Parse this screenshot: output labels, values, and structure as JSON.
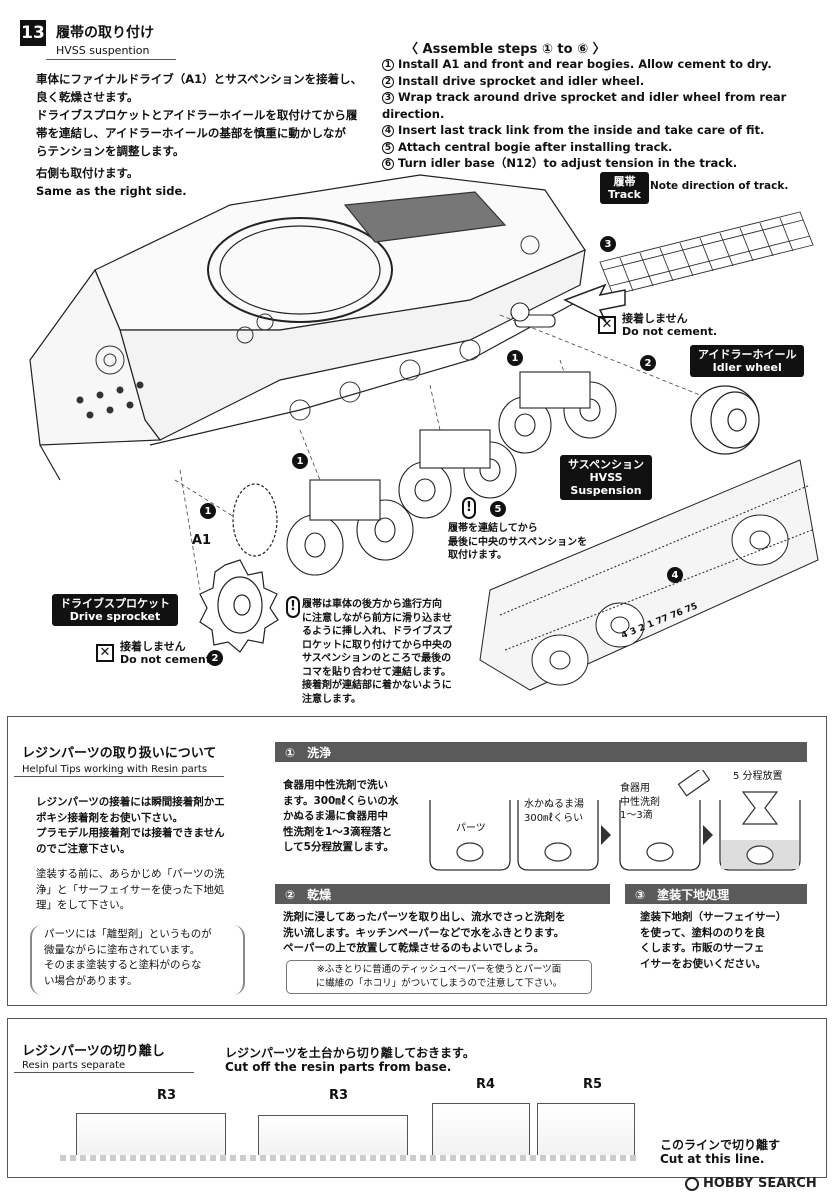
{
  "step": {
    "number": "13",
    "title_jp": "履帯の取り付け",
    "title_en": "HVSS suspention",
    "jp_lines": [
      "車体にファイナルドライブ（A1）とサスペンションを接着し、",
      "良く乾燥させます。",
      "ドライブスプロケットとアイドラーホイールを取付けてから履",
      "帯を連結し、アイドラーホイールの基部を慎重に動かしなが",
      "らテンションを調整します。"
    ],
    "same_jp": "右側も取付けます。",
    "same_en": "Same as the right side."
  },
  "assemble": {
    "title": "〈 Assemble steps ① to ⑥ 〉",
    "items": [
      {
        "n": "1",
        "text": "Install A1 and front and rear bogies. Allow cement to dry."
      },
      {
        "n": "2",
        "text": "Install drive sprocket and idler wheel."
      },
      {
        "n": "3",
        "text": "Wrap track around drive sprocket and idler wheel from rear direction."
      },
      {
        "n": "4",
        "text": "Insert last track link from the inside and take care of fit."
      },
      {
        "n": "5",
        "text": "Attach central bogie after installing track."
      },
      {
        "n": "6",
        "text": "Turn idler base（N12）to adjust tension in the track."
      }
    ]
  },
  "labels": {
    "track_jp": "履帯",
    "track_en": "Track",
    "track_note": "Note direction of track.",
    "nocement_jp": "接着しません",
    "nocement_en": "Do not cement.",
    "idler_jp": "アイドラーホイール",
    "idler_en": "Idler wheel",
    "susp_jp": "サスペンション",
    "susp_en1": "HVSS",
    "susp_en2": "Suspension",
    "sprocket_jp": "ドライブスプロケット",
    "sprocket_en": "Drive sprocket",
    "a1": "A1",
    "track_link_note": [
      "履帯を連結してから",
      "最後に中央のサスペンションを",
      "取付けます。"
    ],
    "warn_note": [
      "履帯は車体の後方から進行方向",
      "に注意しながら前方に滑り込ませ",
      "るように挿し入れ、ドライブスプ",
      "ロケットに取り付けてから中央の",
      "サスペンションのところで最後の",
      "コマを貼り合わせて連結します。",
      "接着剤が連結部に着かないように",
      "注意します。"
    ],
    "track_numbers": "4 3 2 1 77 76 75",
    "num1": "1",
    "num2": "2",
    "num3": "3",
    "num4": "4",
    "num5": "5",
    "warn_mark": "!"
  },
  "resin_tips": {
    "title_jp": "レジンパーツの取り扱いについて",
    "title_en": "Helpful Tips working with Resin parts",
    "para1": [
      "レジンパーツの接着には瞬間接着剤かエ",
      "ポキシ接着剤をお使い下さい。",
      "プラモデル用接着剤では接着できません",
      "のでご注意下さい。"
    ],
    "para2": [
      "塗装する前に、あらかじめ「パーツの洗",
      "浄」と「サーフェイサーを使った下地処",
      "理」をして下さい。"
    ],
    "box": [
      "パーツには「離型剤」というものが",
      "微量ながらに塗布されています。",
      "そのまま塗装すると塗料がのらな",
      "い場合があります。"
    ],
    "wash": {
      "header": "①　洗浄",
      "text": [
        "食器用中性洗剤で洗い",
        "ます。300㎖くらいの水",
        "かぬるま湯に食器用中",
        "性洗剤を1～3滴程落と",
        "して5分程放置します。"
      ],
      "parts": "パーツ",
      "water": [
        "水かぬるま湯",
        "300㎖くらい"
      ],
      "detergent": [
        "食器用",
        "中性洗剤",
        "1～3滴"
      ],
      "leave": "5 分程放置"
    },
    "dry": {
      "header": "②　乾燥",
      "text": [
        "洗剤に浸してあったパーツを取り出し、流水でさっと洗剤を",
        "洗い流します。キッチンペーパーなどで水をふきとります。",
        "ペーパーの上で放置して乾燥させるのもよいでしょう。"
      ],
      "note": [
        "※ふきとりに普通のティッシュペーパーを使うとパーツ面",
        "に繊維の「ホコリ」がついてしまうので注意して下さい。"
      ]
    },
    "primer": {
      "header": "③　塗装下地処理",
      "text": [
        "塗装下地剤（サーフェイサー）",
        "を使って、塗料ののりを良",
        "くします。市販のサーフェ",
        "イサーをお使いください。"
      ]
    }
  },
  "resin_cut": {
    "title_jp": "レジンパーツの切り離し",
    "title_en": "Resin parts separate",
    "line_jp": "レジンパーツを土台から切り離しておきます。",
    "line_en": "Cut off the resin parts from base.",
    "parts": [
      "R3",
      "R3",
      "R4",
      "R5"
    ],
    "cut_jp": "このラインで切り離す",
    "cut_en": "Cut at this line."
  },
  "watermark": "HOBBY SEARCH"
}
